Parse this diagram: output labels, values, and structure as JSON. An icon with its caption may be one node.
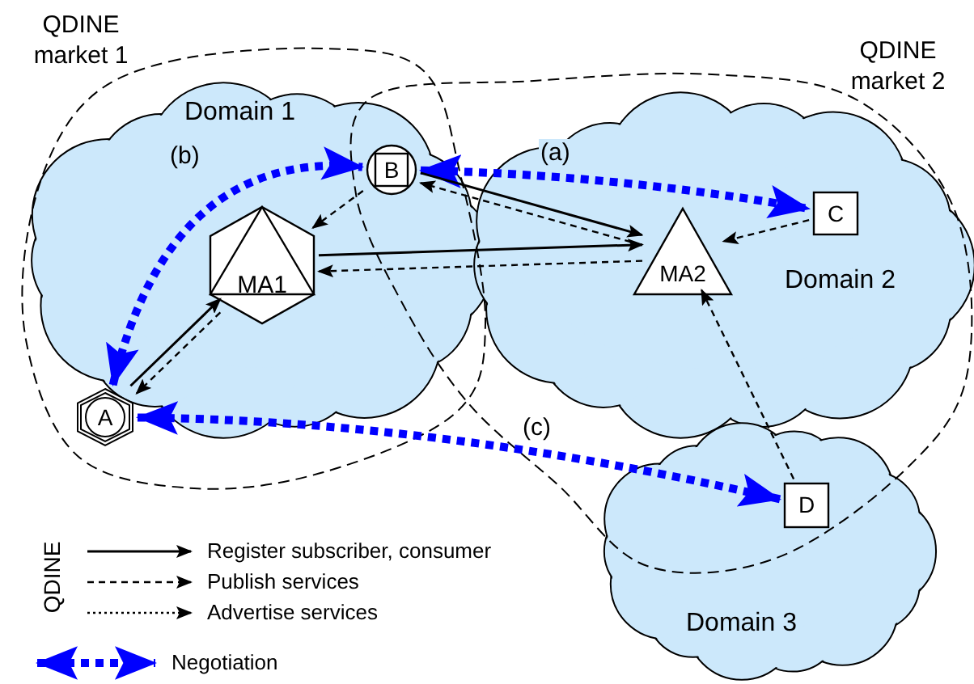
{
  "diagram": {
    "nodes": [
      {
        "text": [
          "Domain 1"
        ]
      },
      {
        "text": [
          "Domain 2"
        ]
      },
      {
        "text": [
          "Domain 3"
        ]
      },
      {
        "text": [
          "A"
        ],
        "in": 0
      },
      {
        "text": [
          "B"
        ],
        "in": 0
      },
      {
        "text": [
          "MA1"
        ],
        "in": 0
      },
      {
        "text": [
          "MA2"
        ],
        "in": 1
      },
      {
        "text": [
          "C"
        ],
        "in": 1
      },
      {
        "text": [
          "D"
        ],
        "in": 2
      }
    ],
    "edges": [
      {
        "from": 3,
        "to": 4,
        "arrow": "both",
        "label": "(b)",
        "style": "dashed",
        "color": "#0000ff"
      },
      {
        "from": 4,
        "to": 7,
        "arrow": "both",
        "label": "(a)",
        "style": "dashed",
        "color": "#0000ff"
      },
      {
        "from": 3,
        "to": 8,
        "arrow": "both",
        "label": "(c)",
        "style": "dashed",
        "color": "#0000ff"
      },
      {
        "from": 4,
        "to": 5,
        "arrow": "to",
        "style": "dashed"
      },
      {
        "from": 3,
        "to": 5,
        "arrow": "to"
      },
      {
        "from": 5,
        "to": 3,
        "arrow": "to",
        "style": "dashed"
      },
      {
        "from": 4,
        "to": 6,
        "arrow": "to"
      },
      {
        "from": 6,
        "to": 4,
        "arrow": "to",
        "style": "dashed"
      },
      {
        "from": 5,
        "to": 6,
        "arrow": "to"
      },
      {
        "from": 6,
        "to": 5,
        "arrow": "to",
        "style": "dashed"
      },
      {
        "from": 7,
        "to": 6,
        "arrow": "to",
        "style": "dashed"
      },
      {
        "from": 8,
        "to": 6,
        "arrow": "to",
        "style": "dashed"
      }
    ],
    "labels": [
      "QDINE market 1",
      "QDINE market 2",
      "QDINE"
    ],
    "legend": [
      {
        "text": "Register subscriber, consumer"
      },
      {
        "text": "Publish services"
      },
      {
        "text": "Advertise services"
      },
      {
        "text": "Negotiation"
      }
    ]
  }
}
